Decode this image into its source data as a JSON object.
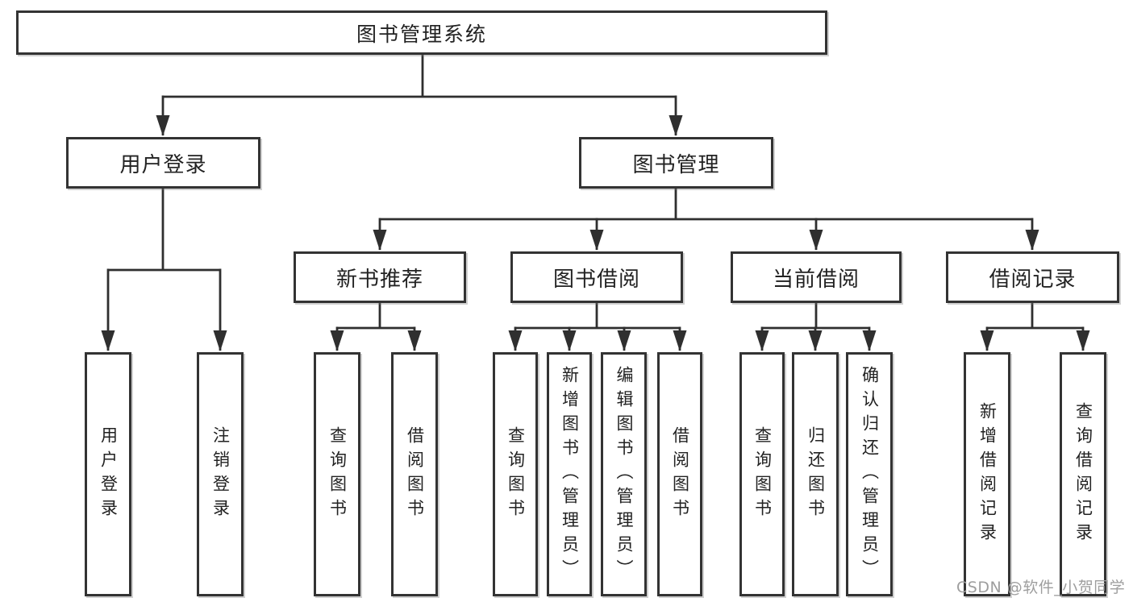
{
  "canvas": {
    "background": "#ffffff",
    "line_color": "#2f2f2f",
    "box_border_color": "#333333",
    "text_color": "#222222"
  },
  "watermark": {
    "text": "CSDN @软件_小贺同学",
    "color": "#9e9e9e"
  },
  "tree": {
    "root": {
      "label": "图书管理系统"
    },
    "branches": [
      {
        "label": "用户登录",
        "children": [
          {
            "label": "用户登录"
          },
          {
            "label": "注销登录"
          }
        ]
      },
      {
        "label": "图书管理",
        "children": [
          {
            "label": "新书推荐",
            "children": [
              {
                "label": "查询图书"
              },
              {
                "label": "借阅图书"
              }
            ]
          },
          {
            "label": "图书借阅",
            "children": [
              {
                "label": "查询图书"
              },
              {
                "label": "新增图书（管理员）"
              },
              {
                "label": "编辑图书（管理员）"
              },
              {
                "label": "借阅图书"
              }
            ]
          },
          {
            "label": "当前借阅",
            "children": [
              {
                "label": "查询图书"
              },
              {
                "label": "归还图书"
              },
              {
                "label": "确认归还（管理员）"
              }
            ]
          },
          {
            "label": "借阅记录",
            "children": [
              {
                "label": "新增借阅记录"
              },
              {
                "label": "查询借阅记录"
              }
            ]
          }
        ]
      }
    ]
  }
}
